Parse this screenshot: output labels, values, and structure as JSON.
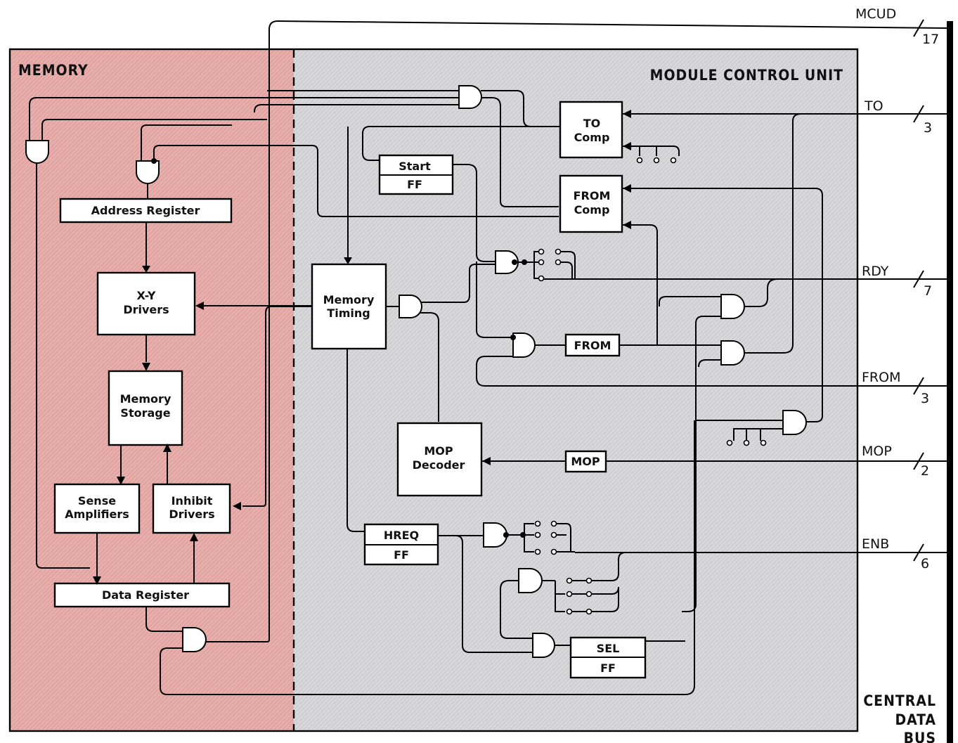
{
  "sections": {
    "memory": "MEMORY",
    "control": "MODULE CONTROL UNIT",
    "bus": [
      "CENTRAL",
      "DATA",
      "BUS"
    ]
  },
  "blocks": {
    "address_register": "Address Register",
    "xy_drivers": [
      "X-Y",
      "Drivers"
    ],
    "memory_storage": [
      "Memory",
      "Storage"
    ],
    "sense_amplifiers": [
      "Sense",
      "Amplifiers"
    ],
    "inhibit_drivers": [
      "Inhibit",
      "Drivers"
    ],
    "data_register": "Data Register",
    "memory_timing": [
      "Memory",
      "Timing"
    ],
    "start_ff": [
      "Start",
      "FF"
    ],
    "to_comp": [
      "TO",
      "Comp"
    ],
    "from_comp": [
      "FROM",
      "Comp"
    ],
    "from_reg": "FROM",
    "mop_decoder": [
      "MOP",
      "Decoder"
    ],
    "mop_reg": "MOP",
    "hreq_ff": [
      "HREQ",
      "FF"
    ],
    "sel_ff": [
      "SEL",
      "FF"
    ]
  },
  "bus_lines": [
    {
      "name": "MCUD",
      "count": "17"
    },
    {
      "name": "TO",
      "count": "3"
    },
    {
      "name": "RDY",
      "count": "7"
    },
    {
      "name": "FROM",
      "count": "3"
    },
    {
      "name": "MOP",
      "count": "2"
    },
    {
      "name": "ENB",
      "count": "6"
    }
  ],
  "colors": {
    "memory_fill": "#e6a9a6",
    "control_fill": "#d6d6d8",
    "line": "#000000"
  }
}
